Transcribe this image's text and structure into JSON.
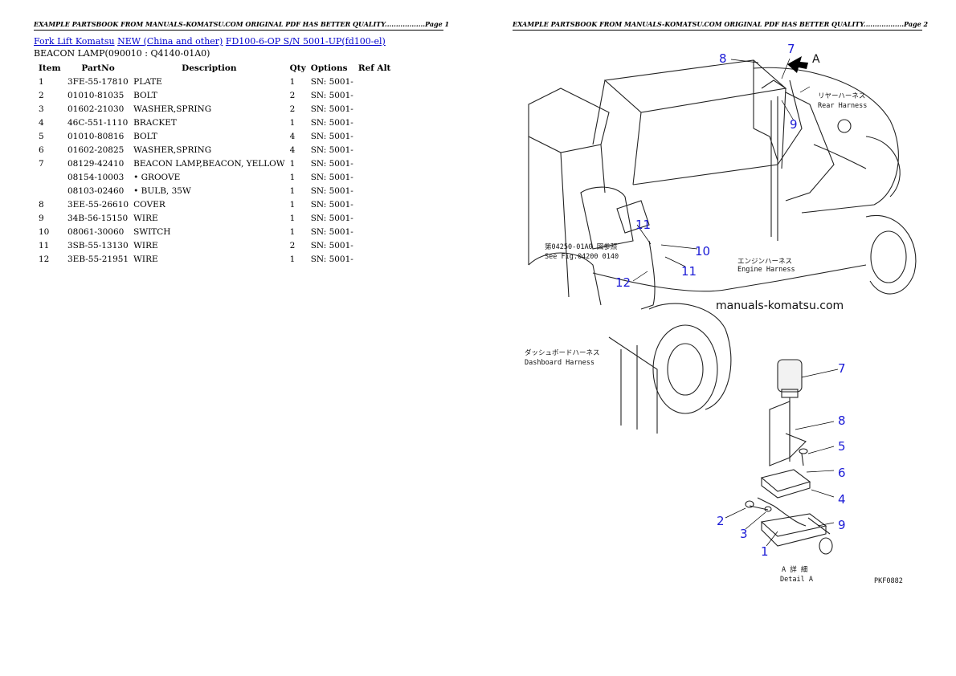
{
  "header": {
    "page1": "EXAMPLE PARTSBOOK FROM MANUALS-KOMATSU.COM ORIGINAL PDF HAS BETTER QUALITY..................Page 1",
    "page2": "EXAMPLE PARTSBOOK FROM MANUALS-KOMATSU.COM ORIGINAL PDF HAS BETTER QUALITY..................Page 2"
  },
  "breadcrumb": {
    "link1": "Fork Lift Komatsu",
    "link2": "NEW (China and other)",
    "link3": "FD100-6-OP S/N 5001-UP(fd100-el)"
  },
  "subtitle": "BEACON LAMP(090010 : Q4140-01A0)",
  "table": {
    "headers": [
      "Item",
      "PartNo",
      "Description",
      "Qty",
      "Options",
      "Ref Alt"
    ],
    "rows": [
      {
        "item": "1",
        "part": "3FE-55-17810",
        "desc": "PLATE",
        "qty": "1",
        "opt": "SN: 5001-",
        "ref": ""
      },
      {
        "item": "2",
        "part": "01010-81035",
        "desc": "BOLT",
        "qty": "2",
        "opt": "SN: 5001-",
        "ref": ""
      },
      {
        "item": "3",
        "part": "01602-21030",
        "desc": "WASHER,SPRING",
        "qty": "2",
        "opt": "SN: 5001-",
        "ref": ""
      },
      {
        "item": "4",
        "part": "46C-551-1110",
        "desc": "BRACKET",
        "qty": "1",
        "opt": "SN: 5001-",
        "ref": ""
      },
      {
        "item": "5",
        "part": "01010-80816",
        "desc": "BOLT",
        "qty": "4",
        "opt": "SN: 5001-",
        "ref": ""
      },
      {
        "item": "6",
        "part": "01602-20825",
        "desc": "WASHER,SPRING",
        "qty": "4",
        "opt": "SN: 5001-",
        "ref": ""
      },
      {
        "item": "7",
        "part": "08129-42410",
        "desc": "BEACON LAMP,BEACON, YELLOW",
        "qty": "1",
        "opt": "SN: 5001-",
        "ref": ""
      },
      {
        "item": "",
        "part": "08154-10003",
        "desc": "• GROOVE",
        "qty": "1",
        "opt": "SN: 5001-",
        "ref": ""
      },
      {
        "item": "",
        "part": "08103-02460",
        "desc": "• BULB, 35W",
        "qty": "1",
        "opt": "SN: 5001-",
        "ref": ""
      },
      {
        "item": "8",
        "part": "3EE-55-26610",
        "desc": "COVER",
        "qty": "1",
        "opt": "SN: 5001-",
        "ref": ""
      },
      {
        "item": "9",
        "part": "34B-56-15150",
        "desc": "WIRE",
        "qty": "1",
        "opt": "SN: 5001-",
        "ref": ""
      },
      {
        "item": "10",
        "part": "08061-30060",
        "desc": "SWITCH",
        "qty": "1",
        "opt": "SN: 5001-",
        "ref": ""
      },
      {
        "item": "11",
        "part": "3SB-55-13130",
        "desc": "WIRE",
        "qty": "2",
        "opt": "SN: 5001-",
        "ref": ""
      },
      {
        "item": "12",
        "part": "3EB-55-21951",
        "desc": "WIRE",
        "qty": "1",
        "opt": "SN: 5001-",
        "ref": ""
      }
    ]
  },
  "drawing": {
    "watermark": "manuals-komatsu.com",
    "rear_harness_jp": "リヤーハーネス",
    "rear_harness": "Rear Harness",
    "engine_harness_jp": "エンジンハーネス",
    "engine_harness": "Engine Harness",
    "dashboard_harness_jp": "ダッシュボードハーネス",
    "dashboard_harness": "Dashboard Harness",
    "see_fig_jp": "第04250-01A0 図参照",
    "see_fig": "See Fig.04200 0140",
    "detail_jp": "A 詳 細",
    "detail": "Detail A",
    "view_a": "A",
    "drawing_code": "PKF0882",
    "callouts": {
      "c1": "1",
      "c2": "2",
      "c3": "3",
      "c4": "4",
      "c5": "5",
      "c6": "6",
      "c7": "7",
      "c8": "8",
      "c9": "9",
      "c10": "10",
      "c11": "11",
      "c12": "12"
    }
  }
}
